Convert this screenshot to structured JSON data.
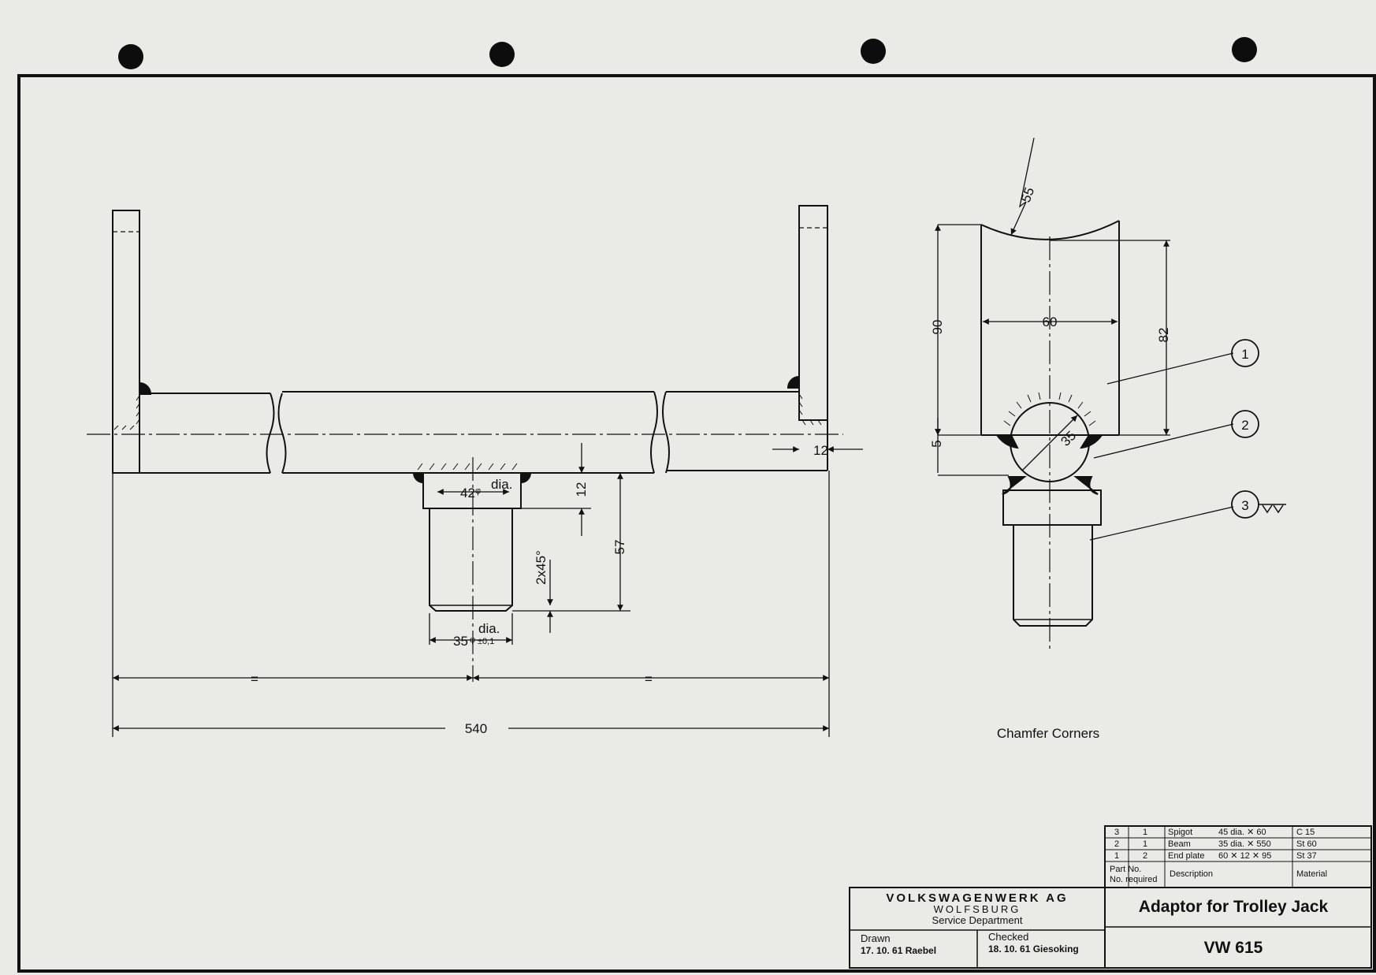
{
  "drawing": {
    "dims": {
      "d55": "55",
      "d90": "90",
      "d60": "60",
      "d82": "82",
      "d5": "5",
      "d35r": "35",
      "d12a": "12",
      "d12b": "12",
      "d57": "57",
      "chamfer": "2x45°",
      "dia42": "42",
      "dia42_unit": "dia.",
      "dia35": "35",
      "dia35_tol": "±0,1",
      "dia35_unit": "dia.",
      "eq": "=",
      "d540": "540",
      "phi": "φ"
    },
    "balloons": [
      "1",
      "2",
      "3"
    ],
    "note": "Chamfer Corners"
  },
  "parts_list": {
    "rows": [
      {
        "part": "3",
        "qty": "1",
        "desc": "Spigot",
        "size": "45 dia. ✕ 60",
        "material": "C 15"
      },
      {
        "part": "2",
        "qty": "1",
        "desc": "Beam",
        "size": "35 dia. ✕ 550",
        "material": "St 60"
      },
      {
        "part": "1",
        "qty": "2",
        "desc": "End  plate",
        "size": "60 ✕ 12 ✕ 95",
        "material": "St 37"
      }
    ],
    "header": {
      "part_no": "Part No.",
      "no_required": "No. required",
      "no": "No.",
      "description": "Description",
      "material": "Material"
    }
  },
  "title_block": {
    "company": "VOLKSWAGENWERK AG",
    "city": "WOLFSBURG",
    "department": "Service Department",
    "drawn_label": "Drawn",
    "drawn_value": "17. 10. 61  Raebel",
    "checked_label": "Checked",
    "checked_value": "18. 10. 61  Giesoking",
    "title": "Adaptor for Trolley Jack",
    "number": "VW 615"
  }
}
